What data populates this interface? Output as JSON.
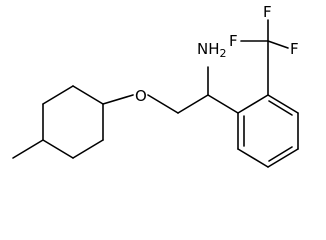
{
  "molecule": {
    "atoms": {
      "amine": {
        "element": "N",
        "hydrogens": "2"
      },
      "ether_oxygen": {
        "element": "O"
      },
      "fluorine_1": {
        "element": "F"
      },
      "fluorine_2": {
        "element": "F"
      },
      "fluorine_3": {
        "element": "F"
      }
    }
  }
}
